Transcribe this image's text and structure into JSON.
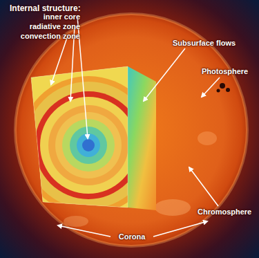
{
  "diagram": {
    "labels": [
      "Internal structure:",
      "inner core",
      "radiative zone",
      "convection zone",
      "Subsurface flows",
      "Photosphere",
      "Chromosphere",
      "Corona"
    ]
  }
}
